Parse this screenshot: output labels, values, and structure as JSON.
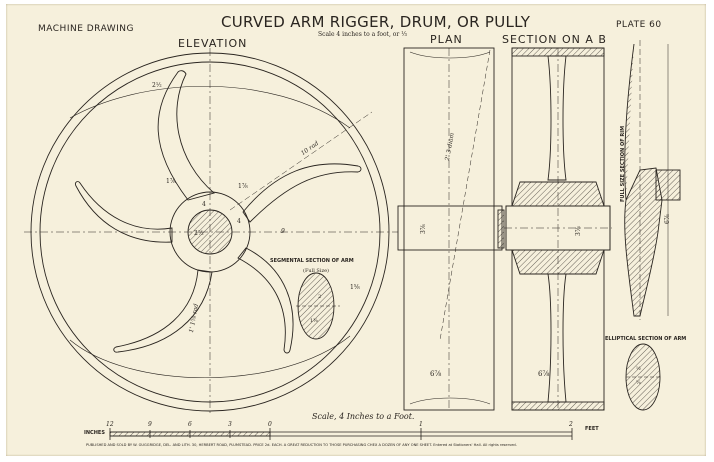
{
  "header": {
    "left_label": "MACHINE DRAWING",
    "title": "CURVED ARM RIGGER, DRUM, OR PULLY",
    "plate": "PLATE 60",
    "scale_note": "Scale 4 inches to a foot, or ⅓"
  },
  "views": {
    "elevation": "ELEVATION",
    "plan": "PLAN",
    "section": "SECTION ON A B"
  },
  "labels": {
    "segmental_section": "SEGMENTAL SECTION OF ARM",
    "segmental_sub": "(Full Size)",
    "full_size_rim": "FULL SIZE SECTION OF RIM",
    "elliptical_section": "ELLIPTICAL SECTION OF ARM"
  },
  "dimensions": {
    "d_top": "2½",
    "d_arm": "1⅞",
    "d_arm2": "1⅞",
    "d_hub": "4",
    "d_hub2": "4",
    "d_radius": "9",
    "d_bore": "2½",
    "d_seg": "1⅝",
    "d_rad_bottom": "1' 1⅝ rad",
    "d_r10": "10 rad",
    "d_plan_diam": "2' 3 diam",
    "d_plan_width": "6⅞",
    "d_plan_hub": "3⅞",
    "d_sec_width": "6⅞",
    "d_sec_bore": "3⅞",
    "d_rim_height": "6⅞",
    "d_ell_a": "½",
    "d_ell_b": "⅝",
    "d_seg_a": "2",
    "d_seg_b": "1⅜"
  },
  "scale_bar": {
    "caption": "Scale, 4 Inches to a Foot.",
    "left_unit": "INCHES",
    "right_unit": "FEET",
    "ticks": [
      "12",
      "9",
      "6",
      "3",
      "0",
      "1",
      "2"
    ]
  },
  "footer": "PUBLISHED AND SOLD BY W. GUGGRIDGE, DEL. AND LITH. 30, HERBERT ROAD, PLUMSTEAD. PRICE 2d. EACH. A GREAT REDUCTION TO THOSE PURCHASING CHEX A DOZEN OF ANY ONE SHEET. Entered at Stationers' Hall. All rights reserved."
}
